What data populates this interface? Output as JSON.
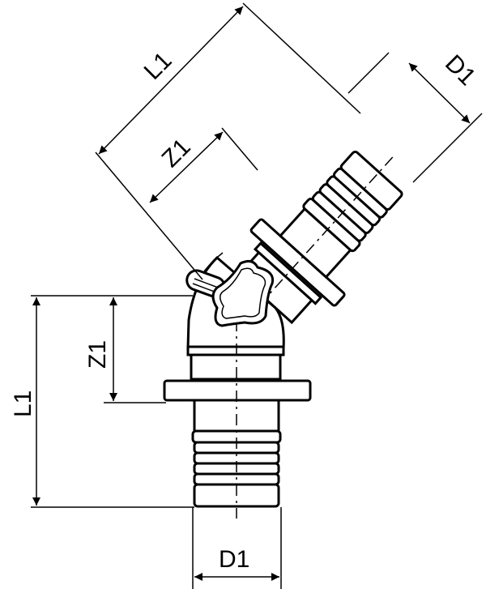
{
  "diagram": {
    "type": "technical drawing - 45 degree elbow fitting",
    "labels": {
      "vertical_length": "L1",
      "vertical_z": "Z1",
      "vertical_diameter": "D1",
      "angled_length": "L1",
      "angled_z": "Z1",
      "angled_diameter": "D1"
    },
    "angle_deg": 45
  }
}
